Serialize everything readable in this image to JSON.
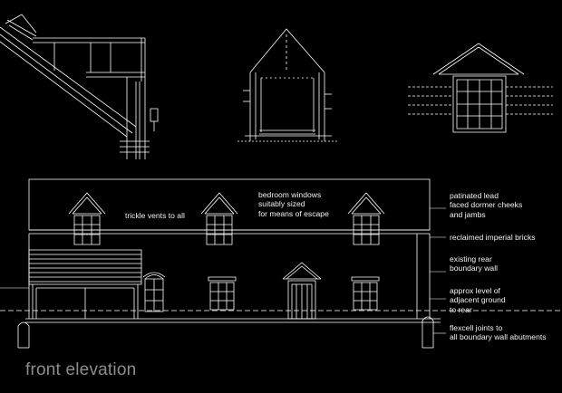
{
  "drawing": {
    "title": "front elevation",
    "line_color": "#ffffff",
    "title_color": "#8c8c8c",
    "background": "#000000"
  },
  "notes": {
    "trickle": [
      "trickle vents to all"
    ],
    "bedroom": [
      "bedroom windows",
      "suitably sized",
      "for means of escape"
    ],
    "lead": [
      "patinated lead",
      "faced dormer cheeks",
      "and jambs"
    ],
    "bricks": [
      "reclaimed imperial bricks"
    ],
    "rear_wall": [
      "existing rear",
      "boundary wall"
    ],
    "ground": [
      "approx level of",
      "adjacent ground",
      "to rear"
    ],
    "flexcell": [
      "flexcell joints to",
      "all  boundary wall abutments"
    ]
  }
}
